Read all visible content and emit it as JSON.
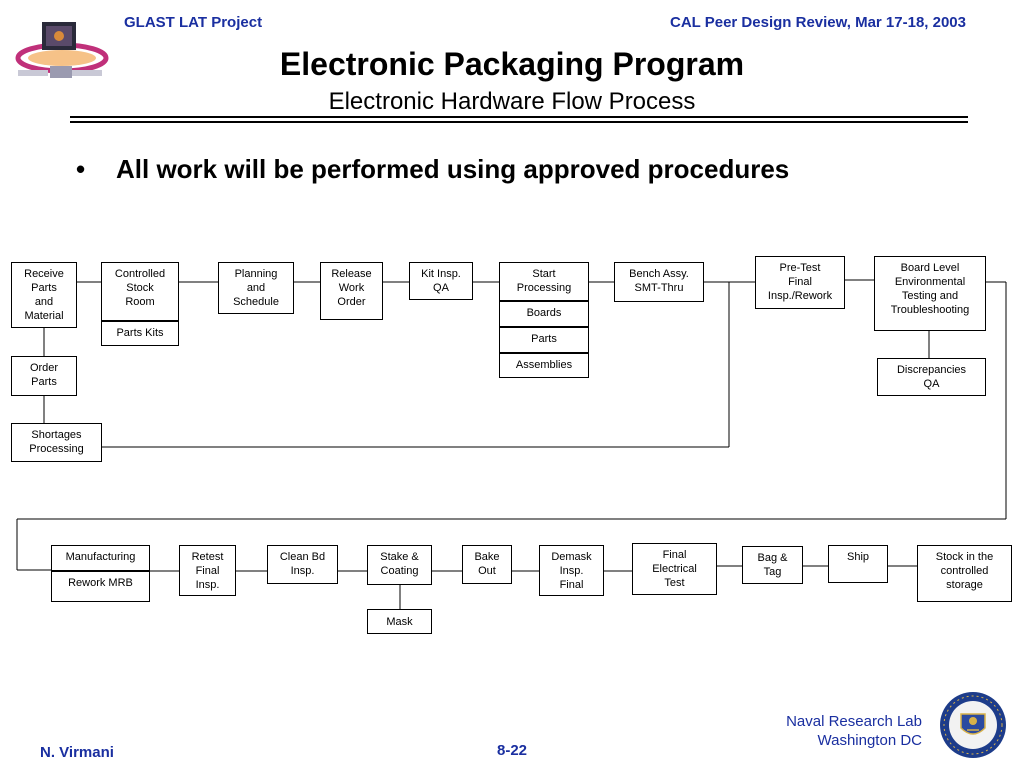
{
  "header": {
    "left": "GLAST LAT Project",
    "right": "CAL Peer Design Review, Mar 17-18, 2003"
  },
  "title": "Electronic Packaging Program",
  "subtitle": "Electronic Hardware Flow Process",
  "bullet": "All work will be performed using approved procedures",
  "boxes": {
    "receive": "Receive\nParts\nand\nMaterial",
    "order": "Order\nParts",
    "shortages": "Shortages\nProcessing",
    "controlled": "Controlled\nStock\nRoom",
    "parts_kits": "Parts Kits",
    "planning": "Planning\nand\nSchedule",
    "release": "Release\nWork\nOrder",
    "kit": "Kit Insp.\nQA",
    "start": "Start\nProcessing",
    "boards": "Boards",
    "parts": "Parts",
    "assemblies": "Assemblies",
    "bench": "Bench Assy.\nSMT-Thru",
    "pretest": "Pre-Test\nFinal\nInsp./Rework",
    "board_level": "Board Level\nEnvironmental\nTesting and\nTroubleshooting",
    "discrepancies": "Discrepancies\nQA",
    "manufacturing": "Manufacturing",
    "rework_mrb": "Rework MRB",
    "retest": "Retest\nFinal\nInsp.",
    "clean": "Clean Bd\nInsp.",
    "stake": "Stake &\nCoating",
    "mask": "Mask",
    "bake": "Bake\nOut",
    "demask": "Demask\nInsp.\nFinal",
    "final_elec": "Final\nElectrical\nTest",
    "bag": "Bag &\nTag",
    "ship": "Ship",
    "stock": "Stock in the\ncontrolled\nstorage"
  },
  "footer": {
    "author": "N. Virmani",
    "page": "8-22",
    "lab_line1": "Naval Research Lab",
    "lab_line2": "Washington DC"
  }
}
